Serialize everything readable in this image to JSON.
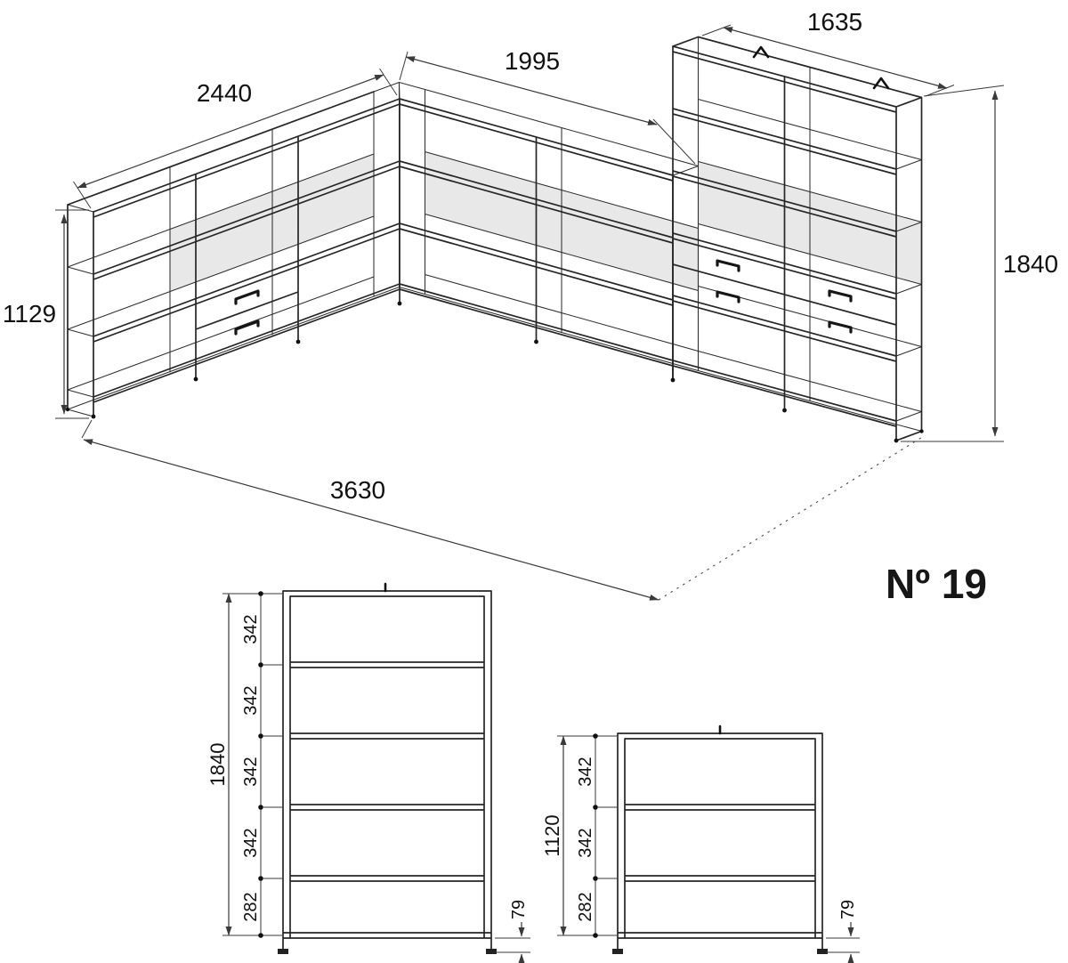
{
  "drawing": {
    "product_label": "Nº 19",
    "iso_dimensions": {
      "left_wing_length": "2440",
      "middle_run_length": "1995",
      "tall_unit_width": "1635",
      "left_wing_height": "1129",
      "tall_unit_height": "1840",
      "overall_width": "3630"
    },
    "elevation_tall": {
      "overall_height": "1840",
      "shelf_spacings": [
        "342",
        "342",
        "342",
        "342",
        "282"
      ],
      "foot_height": "79"
    },
    "elevation_low": {
      "overall_height": "1120",
      "shelf_spacings": [
        "342",
        "342",
        "282"
      ],
      "foot_height": "79"
    }
  }
}
